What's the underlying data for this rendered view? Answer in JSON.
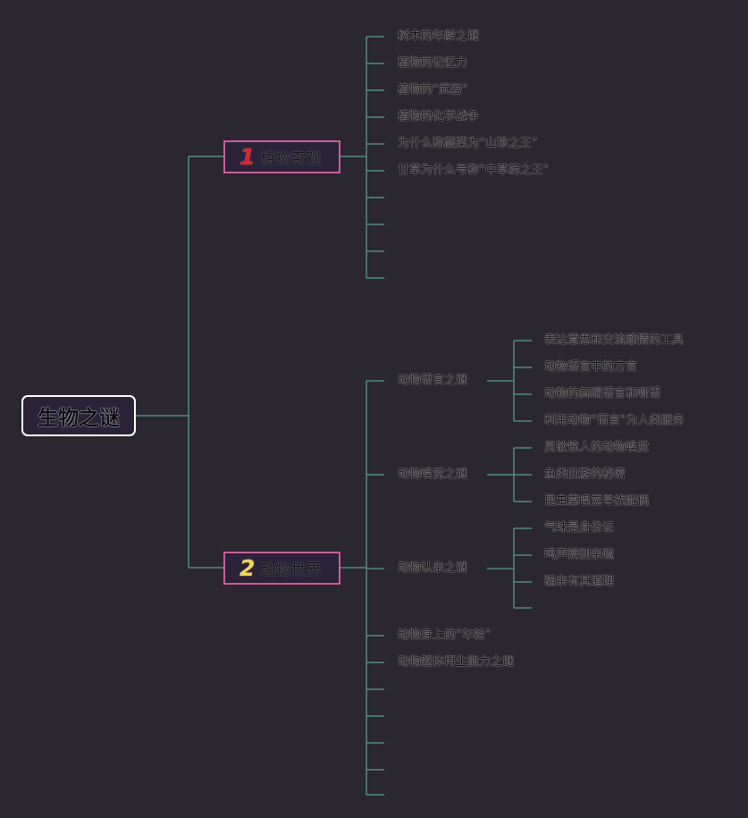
{
  "root": "生物之谜",
  "colors": {
    "line": "#4f8a84",
    "branch_border": "#d05a93",
    "root_border": "#ffffff"
  },
  "branches": [
    {
      "number": "1",
      "label": "植物奇观",
      "children": [
        "树木的年龄之谜",
        "植物的记忆力",
        "植物的“武器”",
        "植物的化学战争",
        "为什么称蕨菜为“山珍之王”",
        "甘草为什么号称“中草药之王”",
        "",
        "",
        "",
        ""
      ]
    },
    {
      "number": "2",
      "label": "动物世界",
      "children": [
        {
          "label": "动物语言之谜",
          "children": [
            "表达意思和交流感情的工具",
            "动物语言中的方言",
            "动物的舞蹈语言和哑语",
            "利用动物“语言”为人类服务"
          ]
        },
        {
          "label": "动物嗅觉之谜",
          "children": [
            "灵敏惊人的动物嗅觉",
            "鱼类回游的秘密",
            "昆虫靠嗅觉寻找配偶"
          ]
        },
        {
          "label": "动物认亲之谜",
          "children": [
            "气味是身份证",
            "鸣声辨别亲疏",
            "骗亲有其道理",
            ""
          ]
        },
        {
          "label": "动物身上的“年轮”"
        },
        {
          "label": "动物躯体再生能力之谜"
        },
        {
          "label": ""
        },
        {
          "label": ""
        },
        {
          "label": ""
        },
        {
          "label": ""
        },
        {
          "label": ""
        }
      ]
    }
  ]
}
